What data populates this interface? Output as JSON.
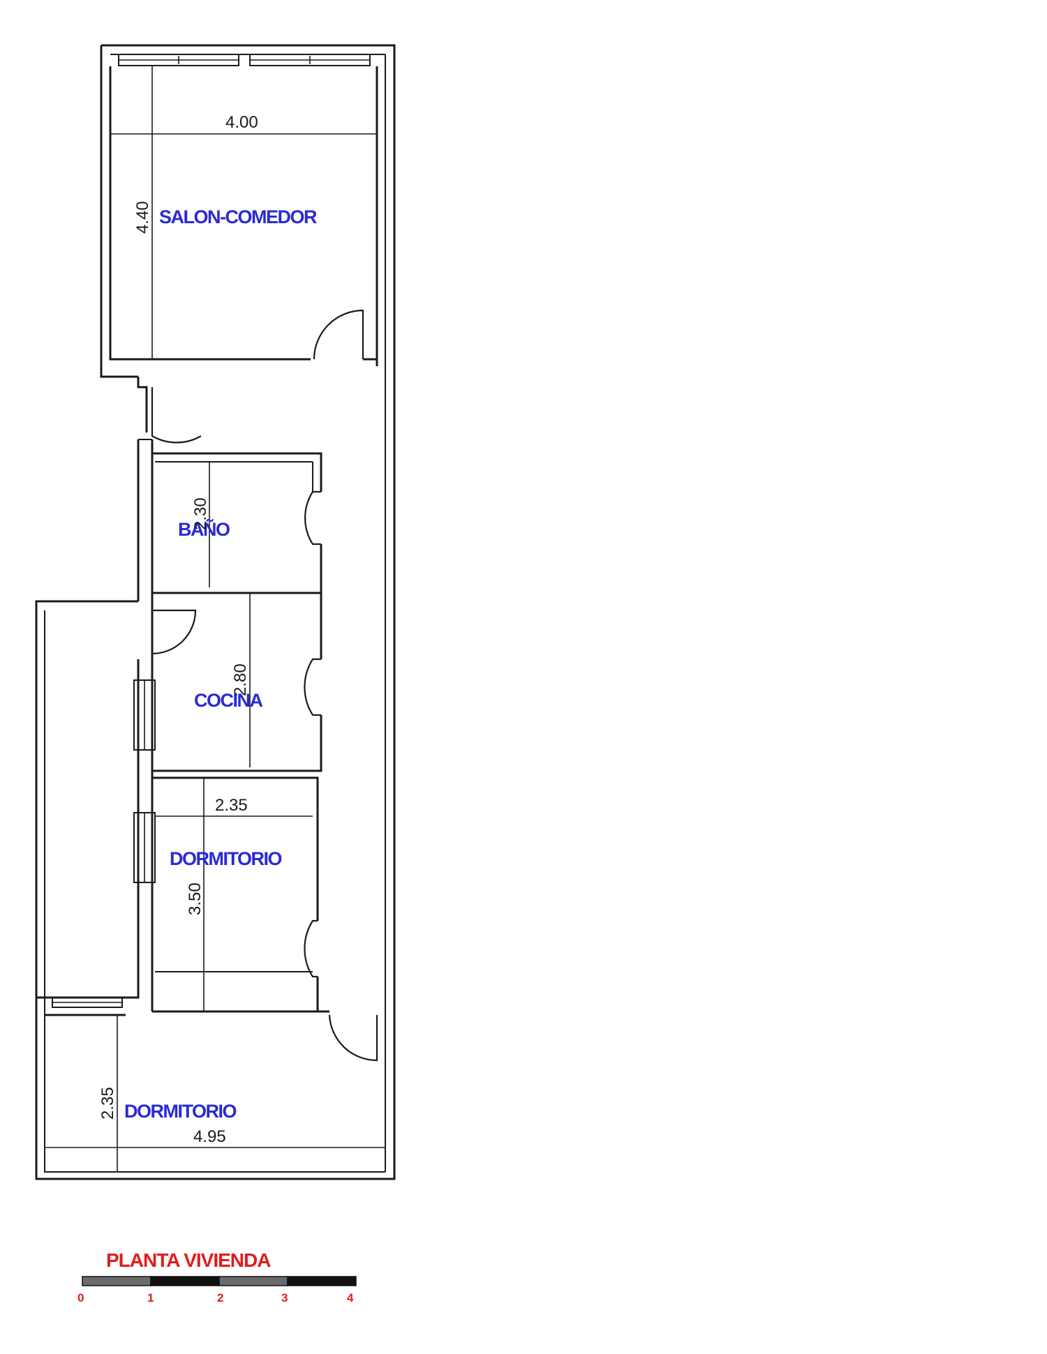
{
  "rooms": {
    "salon": "SALON-COMEDOR",
    "bano": "BAÑO",
    "cocina": "COCINA",
    "dormitorio_1": "DORMITORIO",
    "dormitorio_2": "DORMITORIO"
  },
  "dimensions": {
    "salon_width": "4.00",
    "salon_depth": "4.40",
    "bano_depth": "2.30",
    "cocina_depth": "2.80",
    "dorm1_width": "2.35",
    "dorm1_depth": "3.50",
    "dorm2_depth": "2.35",
    "dorm2_width": "4.95"
  },
  "title": "PLANTA VIVIENDA",
  "scale_bar": {
    "ticks": [
      "0",
      "1",
      "2",
      "3",
      "4"
    ],
    "colors": [
      "#6b6b6b",
      "#111111"
    ]
  },
  "colors": {
    "room_labels": "#2a2ad6",
    "title": "#e21c1c",
    "walls": "#1a1a1a"
  }
}
